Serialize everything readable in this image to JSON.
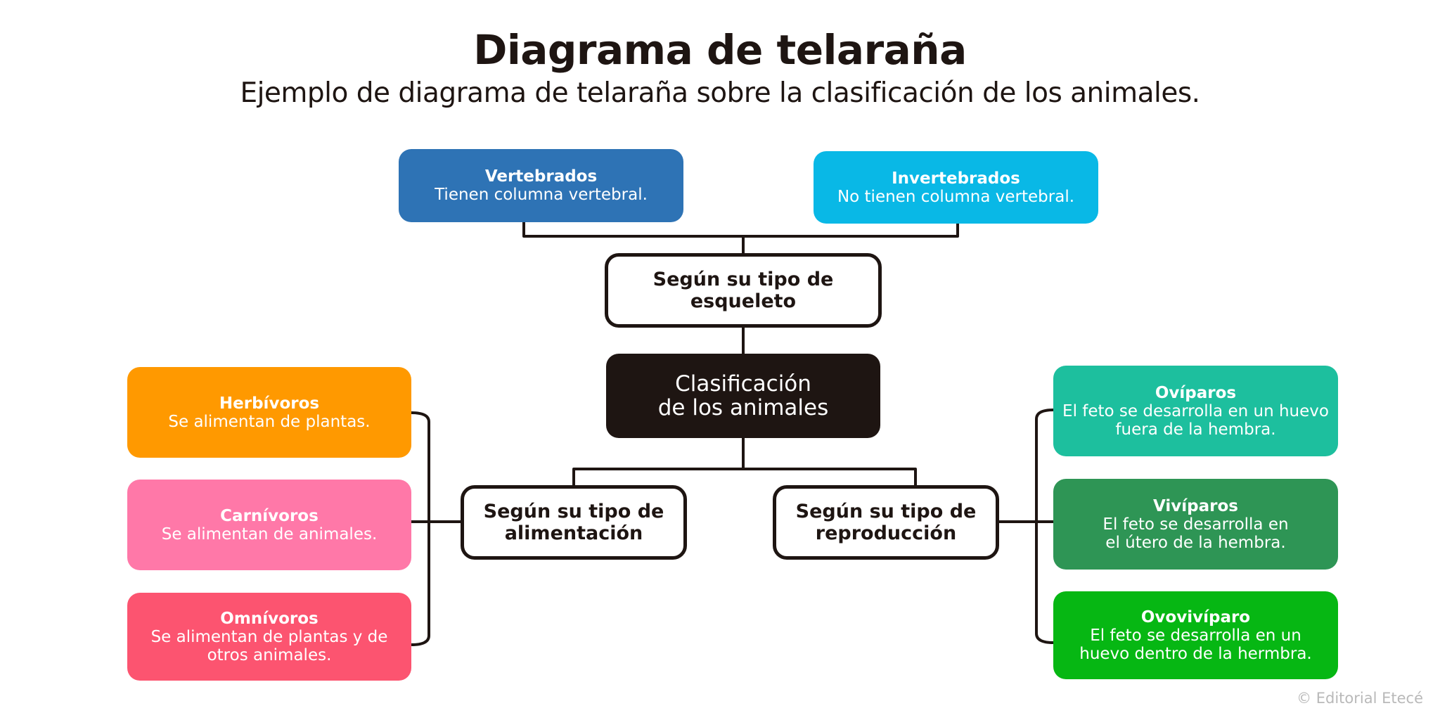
{
  "header": {
    "title": "Diagrama de telaraña",
    "subtitle": "Ejemplo de diagrama de telaraña sobre la clasificación de los animales."
  },
  "center": {
    "label": "Clasificación\nde los animales",
    "color": "#1e1512"
  },
  "categories": {
    "esqueleto": "Según su tipo de\nesqueleto",
    "alimentacion": "Según su tipo de\nalimentación",
    "reproduccion": "Según su tipo de\nreproducción"
  },
  "leaves": {
    "vertebrados": {
      "title": "Vertebrados",
      "desc": "Tienen columna vertebral.",
      "color": "#2e73b5"
    },
    "invertebrados": {
      "title": "Invertebrados",
      "desc": "No tienen columna vertebral.",
      "color": "#09b8e6"
    },
    "herbivoros": {
      "title": "Herbívoros",
      "desc": "Se alimentan de plantas.",
      "color": "#ff9900"
    },
    "carnivoros": {
      "title": "Carnívoros",
      "desc": "Se alimentan de animales.",
      "color": "#ff78a8"
    },
    "omnivoros": {
      "title": "Omnívoros",
      "desc": "Se alimentan de plantas y de\notros animales.",
      "color": "#fc5470"
    },
    "oviparos": {
      "title": "Ovíparos",
      "desc": "El feto se desarrolla en un huevo\nfuera de la hembra.",
      "color": "#1dbf9e"
    },
    "viviparos": {
      "title": "Vivíparos",
      "desc": "El feto se desarrolla en\nel útero de la hembra.",
      "color": "#2e9555"
    },
    "ovoviviparo": {
      "title": "Ovovivíparo",
      "desc": "El feto se desarrolla en un\nhuevo dentro de la hermbra.",
      "color": "#06b713"
    }
  },
  "credit": "© Editorial Etecé"
}
